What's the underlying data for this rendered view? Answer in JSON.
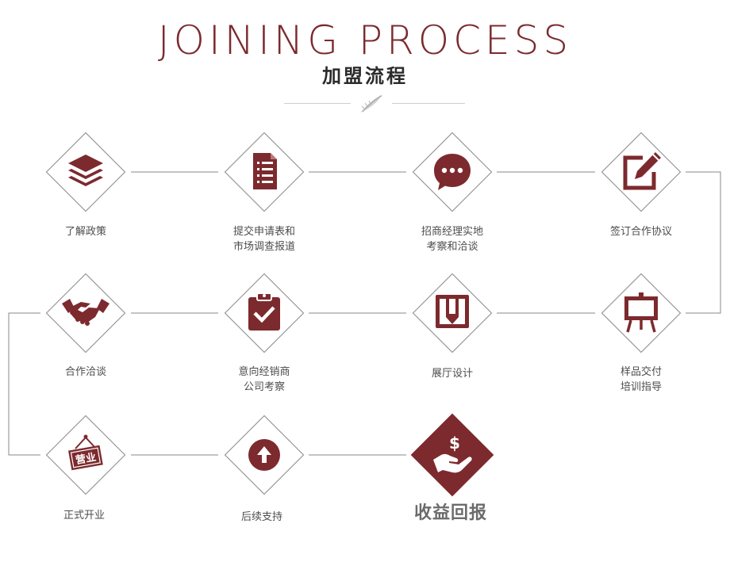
{
  "header": {
    "title": "JOINING PROCESS",
    "subtitle": "加盟流程"
  },
  "colors": {
    "brand": "#7c2a2e",
    "outline": "#9a9a9a",
    "line": "#8a8a8a",
    "label": "#4d4d4d"
  },
  "steps": [
    {
      "label": "了解政策",
      "icon": "layers-icon"
    },
    {
      "label": "提交申请表和\n市场调查报道",
      "icon": "document-icon"
    },
    {
      "label": "招商经理实地\n考察和洽谈",
      "icon": "chat-bubble-icon"
    },
    {
      "label": "签订合作协议",
      "icon": "sign-pen-icon"
    },
    {
      "label": "样品交付\n培训指导",
      "icon": "easel-board-icon"
    },
    {
      "label": "展厅设计",
      "icon": "design-book-icon"
    },
    {
      "label": "意向经销商\n公司考察",
      "icon": "clipboard-check-icon"
    },
    {
      "label": "合作洽谈",
      "icon": "handshake-icon"
    },
    {
      "label": "正式开业",
      "icon": "open-sign-icon",
      "sign_text": "营业"
    },
    {
      "label": "后续支持",
      "icon": "up-arrow-icon"
    },
    {
      "label": "收益回报",
      "icon": "money-hand-icon",
      "final": true
    }
  ]
}
